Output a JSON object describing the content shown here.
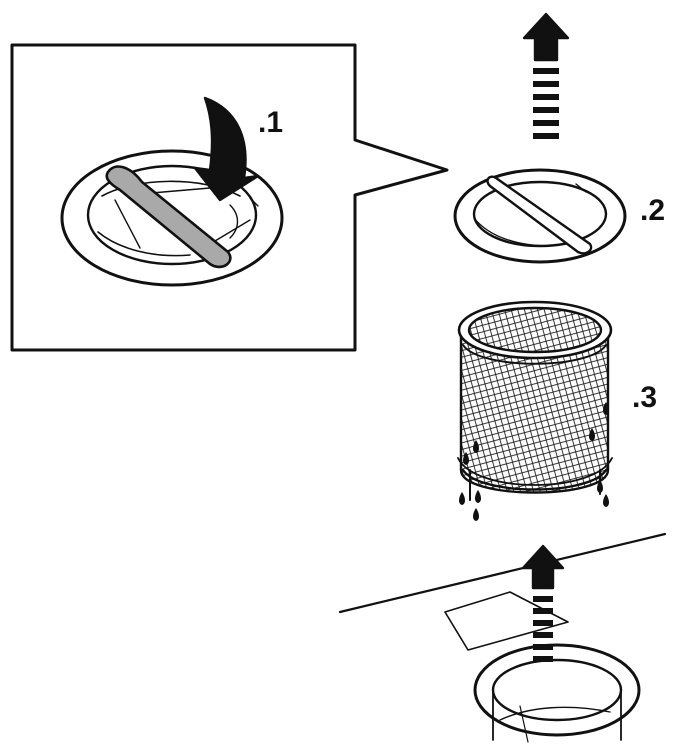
{
  "steps": [
    {
      "label": ".1",
      "action": "twist-filter-handle-counterclockwise"
    },
    {
      "label": ".2",
      "action": "lift-out-coarse-filter"
    },
    {
      "label": ".3",
      "action": "lift-out-fine-mesh-filter"
    }
  ],
  "colors": {
    "line": "#111111",
    "handle_fill": "#a9a9a9",
    "background": "#ffffff"
  },
  "icons": [
    "rotate-arrow-icon",
    "lift-arrow-icon",
    "water-drop-icon"
  ]
}
